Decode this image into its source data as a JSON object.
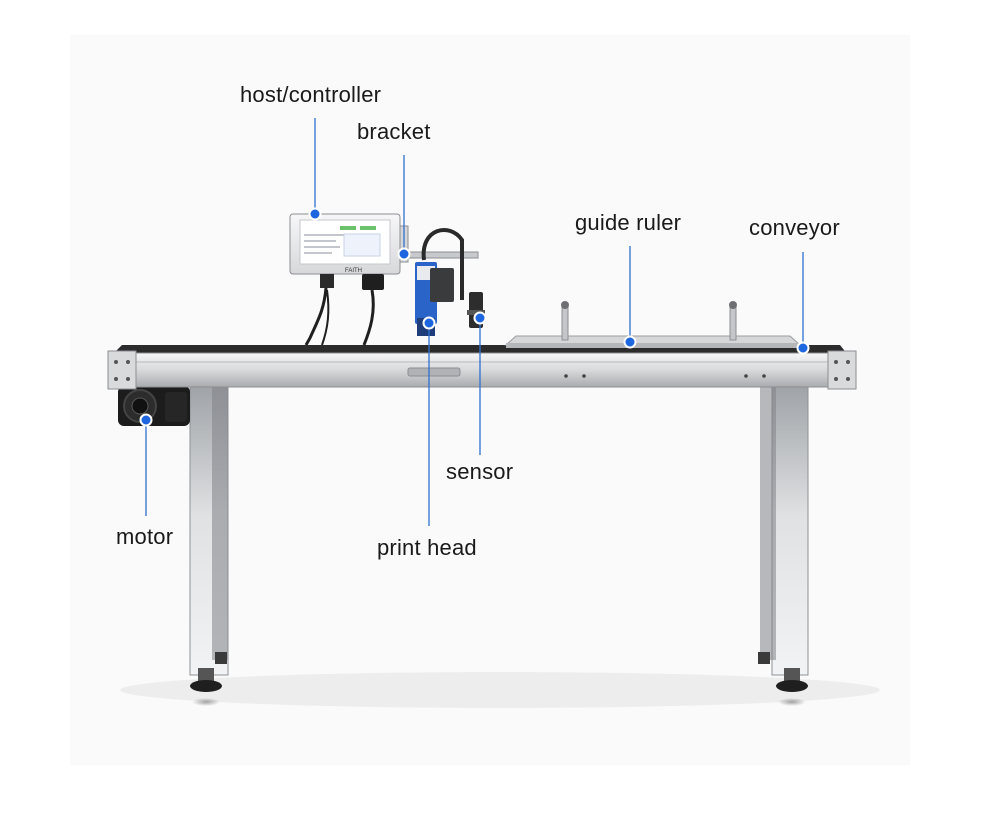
{
  "labels": {
    "host": "host/controller",
    "bracket": "bracket",
    "guide_ruler": "guide ruler",
    "conveyor": "conveyor",
    "sensor": "sensor",
    "print_head": "print head",
    "motor": "motor"
  },
  "screen_text": {
    "brand": "FAITH"
  },
  "colors": {
    "callout_line": "#2f6fd0",
    "callout_dot": "#1e66e0",
    "steel_light": "#e9eaec",
    "steel_dark": "#8e9196",
    "belt": "#2b2b2b"
  }
}
